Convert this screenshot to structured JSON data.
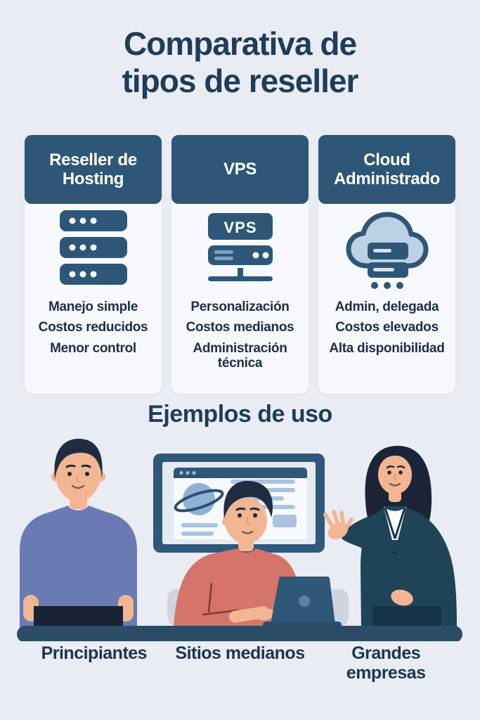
{
  "title_lines": [
    "Comparativa de",
    "tipos de reseller"
  ],
  "columns": [
    {
      "header": "Reseller de Hosting",
      "icon": "server-stack-icon",
      "features": [
        "Manejo simple",
        "Costos reducidos",
        "Menor control"
      ],
      "example_label": "Principiantes"
    },
    {
      "header": "VPS",
      "icon": "vps-server-icon",
      "icon_text": "VPS",
      "features": [
        "Personalización",
        "Costos medianos",
        "Administración técnica"
      ],
      "example_label": "Sitios medianos"
    },
    {
      "header": "Cloud Administrado",
      "icon": "managed-cloud-icon",
      "features": [
        "Admin, delegada",
        "Costos elevados",
        "Alta disponibilidad"
      ],
      "example_label": "Grandes empresas"
    }
  ],
  "examples": {
    "heading": "Ejemplos de uso"
  },
  "colors": {
    "background": "#e9ecf2",
    "card_header_blue": "#2e5777",
    "card_body": "#f6f8fb",
    "heading_navy": "#1e3c5b",
    "feature_text": "#202e48",
    "icon_light_blue": "#bcd1e6",
    "desk_blue": "#2b4c67",
    "shirt_blue_purple": "#6a7ab2",
    "shirt_coral": "#d4746a",
    "blazer_navy": "#1f4458",
    "skin": "#f2b693"
  }
}
